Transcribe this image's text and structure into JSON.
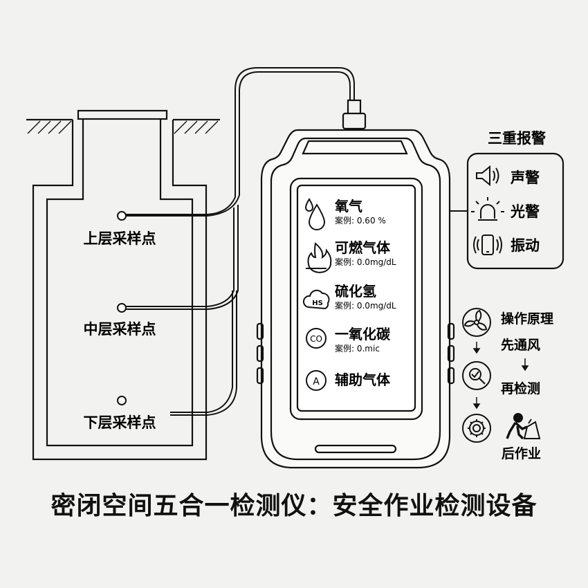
{
  "shaft": {
    "points": [
      "上层采样点",
      "中层采样点",
      "下层采样点"
    ]
  },
  "detector": {
    "gases": [
      {
        "name": "氧气",
        "example": "案例: 0.60 %",
        "icon": "droplet-icon"
      },
      {
        "name": "可燃气体",
        "example": "案例: 0.0mg/dL",
        "icon": "flame-icon"
      },
      {
        "name": "硫化氢",
        "example": "案例: 0.0mg/dL",
        "icon": "cloud-icon",
        "badge": "HS"
      },
      {
        "name": "一氧化碳",
        "example": "案例: 0.mic",
        "icon": "circle-icon",
        "badge": "CO"
      },
      {
        "name": "辅助气体",
        "example": "",
        "icon": "circle-icon",
        "badge": "A"
      }
    ]
  },
  "alarms": {
    "title": "三重报警",
    "items": [
      {
        "label": "声警",
        "icon": "speaker-icon"
      },
      {
        "label": "光警",
        "icon": "beacon-light-icon"
      },
      {
        "label": "振动",
        "icon": "vibrating-phone-icon"
      }
    ]
  },
  "principle": {
    "title": "操作原理",
    "steps": [
      "先通风",
      "再检测",
      "后作业"
    ]
  },
  "caption": "密闭空间五合一检测仪：安全作业检测设备"
}
